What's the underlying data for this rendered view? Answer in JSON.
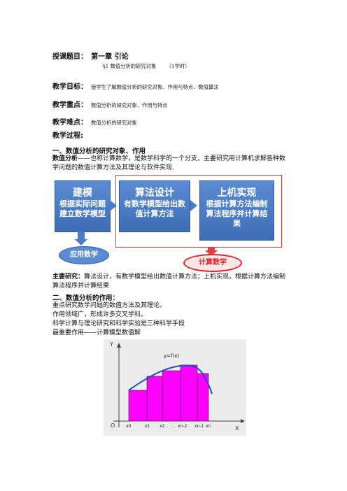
{
  "lesson": {
    "topic_label": "授课题目：",
    "topic_value": "第一章 引论",
    "section": "§1 数值分析的研究对象",
    "hours": "（1学时）",
    "goal_label": "教学目标：",
    "goal_value": "使学生了解数值分析的研究对象、作用与特点、数值算法",
    "key_label": "教学重点：",
    "key_value": "数值分析的研究对象、作用与特点",
    "difficulty_label": "教学难点：",
    "difficulty_value": "数值分析的研究对象",
    "process_label": "教学过程:"
  },
  "section1": {
    "heading": "一、数值分析的研究对象、作用",
    "intro_term": "数值分析",
    "intro_text": "——也称计算数学，是数学科学的一个分支，主要研究用计算机求解各种数学问题的数值计算方法及其理论与软件实现."
  },
  "diagram": {
    "box1_title": "建模",
    "box1_sub": "根据实际问题建立数学模型",
    "box2_title": "算法设计",
    "box2_sub": "有数学模型给出数值计算方法",
    "box3_title": "上机实现",
    "box3_sub": "根据计算方法编制算法程序并计算结果",
    "oval_applied": "应用数学",
    "oval_computational": "计算数学",
    "colors": {
      "box": "#4a7cc6",
      "frame": "#e04040",
      "oval_red": "#e0242a"
    }
  },
  "main_research": {
    "label": "主要研究：",
    "text": "算法设计，有数学模型给出数值计算方法；上机实现，根据计算方法编制算法程序并计算结果"
  },
  "section2": {
    "heading": "二、数值分析的作用：",
    "lines": [
      "重点研究数学问题的数值方法及其理论。",
      "作用领域广，形成许多交叉学科。",
      "科学计算与理论研究和科学实验是三种科学手段",
      "最重要作用——计算模型数值解"
    ]
  },
  "figure": {
    "y_axis": "Y",
    "x_axis": "X",
    "origin": "O",
    "curve_label": "y=f(x)",
    "ticks": [
      "x0",
      "x1",
      "x2",
      "…",
      "xn-2",
      "xn-1",
      "xn"
    ],
    "colors": {
      "bar": "#ff00ff",
      "curve": "#1f4fbf",
      "bg": "#ececec"
    }
  }
}
